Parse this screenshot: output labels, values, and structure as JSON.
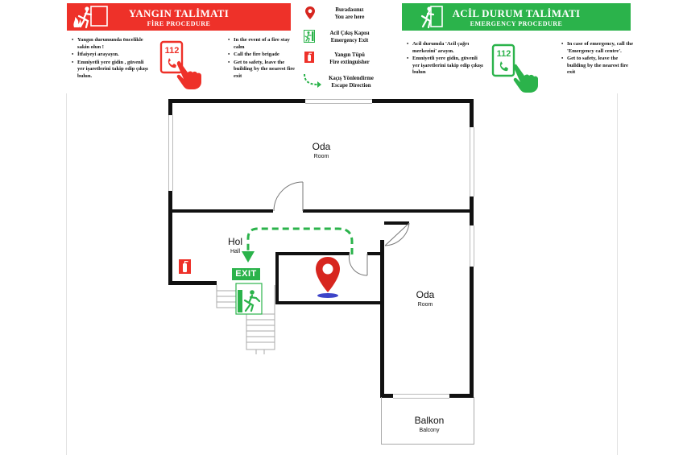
{
  "colors": {
    "fire": "#ee3129",
    "emergency": "#2bb34b",
    "wall": "#111111",
    "pin": "#d7261f",
    "marker_base": "#3d44c8"
  },
  "fire_panel": {
    "title": "YANGIN TALİMATI",
    "subtitle": "FİRE PROCEDURE",
    "phone_number": "112",
    "bullets_tr": [
      "Yangın durumunda öncelikle sakin olun !",
      "İtfaiyeyi arayayın.",
      "Emniyetli yere gidin , güvenli yer işaretlerini takip edip çıkışı bulun."
    ],
    "bullets_en": [
      "In the event of a fire stay calm",
      "Call the fire brigade",
      "Get to safety, leave the building by the nearest fire exit"
    ]
  },
  "legend": {
    "items": [
      {
        "icon": "location-pin-icon",
        "tr": "Buradasınız",
        "en": "You are here"
      },
      {
        "icon": "emergency-exit-icon",
        "tr": "Acil Çıkış Kapısı",
        "en": "Emergency Exit"
      },
      {
        "icon": "fire-extinguisher-icon",
        "tr": "Yangın Tüpü",
        "en": "Fire extinguisher"
      },
      {
        "icon": "escape-direction-icon",
        "tr": "Kaçış Yönlendirme",
        "en": "Escape Direction"
      }
    ]
  },
  "emergency_panel": {
    "title": "ACİL DURUM TALİMATI",
    "subtitle": "EMERGENCY PROCEDURE",
    "phone_number": "112",
    "bullets_tr": [
      "Acil durumda 'Acil çağrı merkezini' arayın.",
      "Emniyetli yere gidin, güvenli yer işaretlerini takip edip çıkışı bulun"
    ],
    "bullets_en": [
      "In case of emergency, call the 'Emergency call centre'.",
      "Get to safety, leave the building by the nearest fire exit"
    ]
  },
  "floorplan": {
    "rooms": [
      {
        "tr": "Oda",
        "en": "Room"
      },
      {
        "tr": "Hol",
        "en": "Hall"
      },
      {
        "tr": "Oda",
        "en": "Room"
      },
      {
        "tr": "Balkon",
        "en": "Balcony"
      }
    ],
    "exit_sign": "EXIT"
  }
}
